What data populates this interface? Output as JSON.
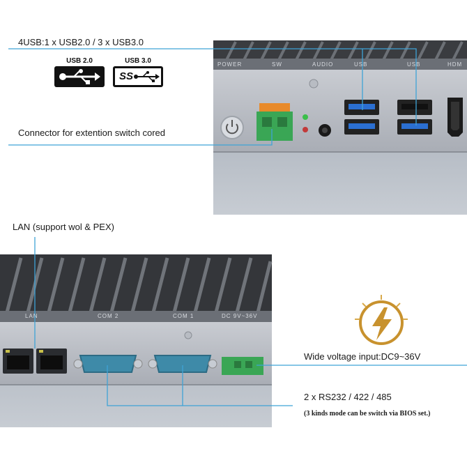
{
  "callouts": {
    "usb": "4USB:1 x USB2.0 / 3 x USB3.0",
    "connector": "Connector for extention switch cored",
    "lan": "LAN (support wol & PEX)",
    "voltage": "Wide voltage input:DC9~36V",
    "rs232": "2 x RS232 / 422 / 485",
    "rs232_note": "(3 kinds mode can be switch via BIOS set.)"
  },
  "badges": {
    "usb2": "USB 2.0",
    "usb3": "USB 3.0",
    "ss": "SS"
  },
  "panel_top": {
    "power": "POWER",
    "sw": "SW",
    "audio": "AUDIO",
    "usb1": "USB",
    "usb2": "USB",
    "hdmi": "HDM"
  },
  "panel_bottom": {
    "lan": "LAN",
    "com2": "COM 2",
    "com1": "COM 1",
    "dc": "DC 9V~36V"
  },
  "colors": {
    "callout_line": "#3fa3d6",
    "usb3_port": "#2b6fd1",
    "terminal_green": "#3aa655",
    "terminal_orange": "#e88a2a",
    "com_teal": "#3e8aa8",
    "bolt_gold": "#c8922e"
  }
}
